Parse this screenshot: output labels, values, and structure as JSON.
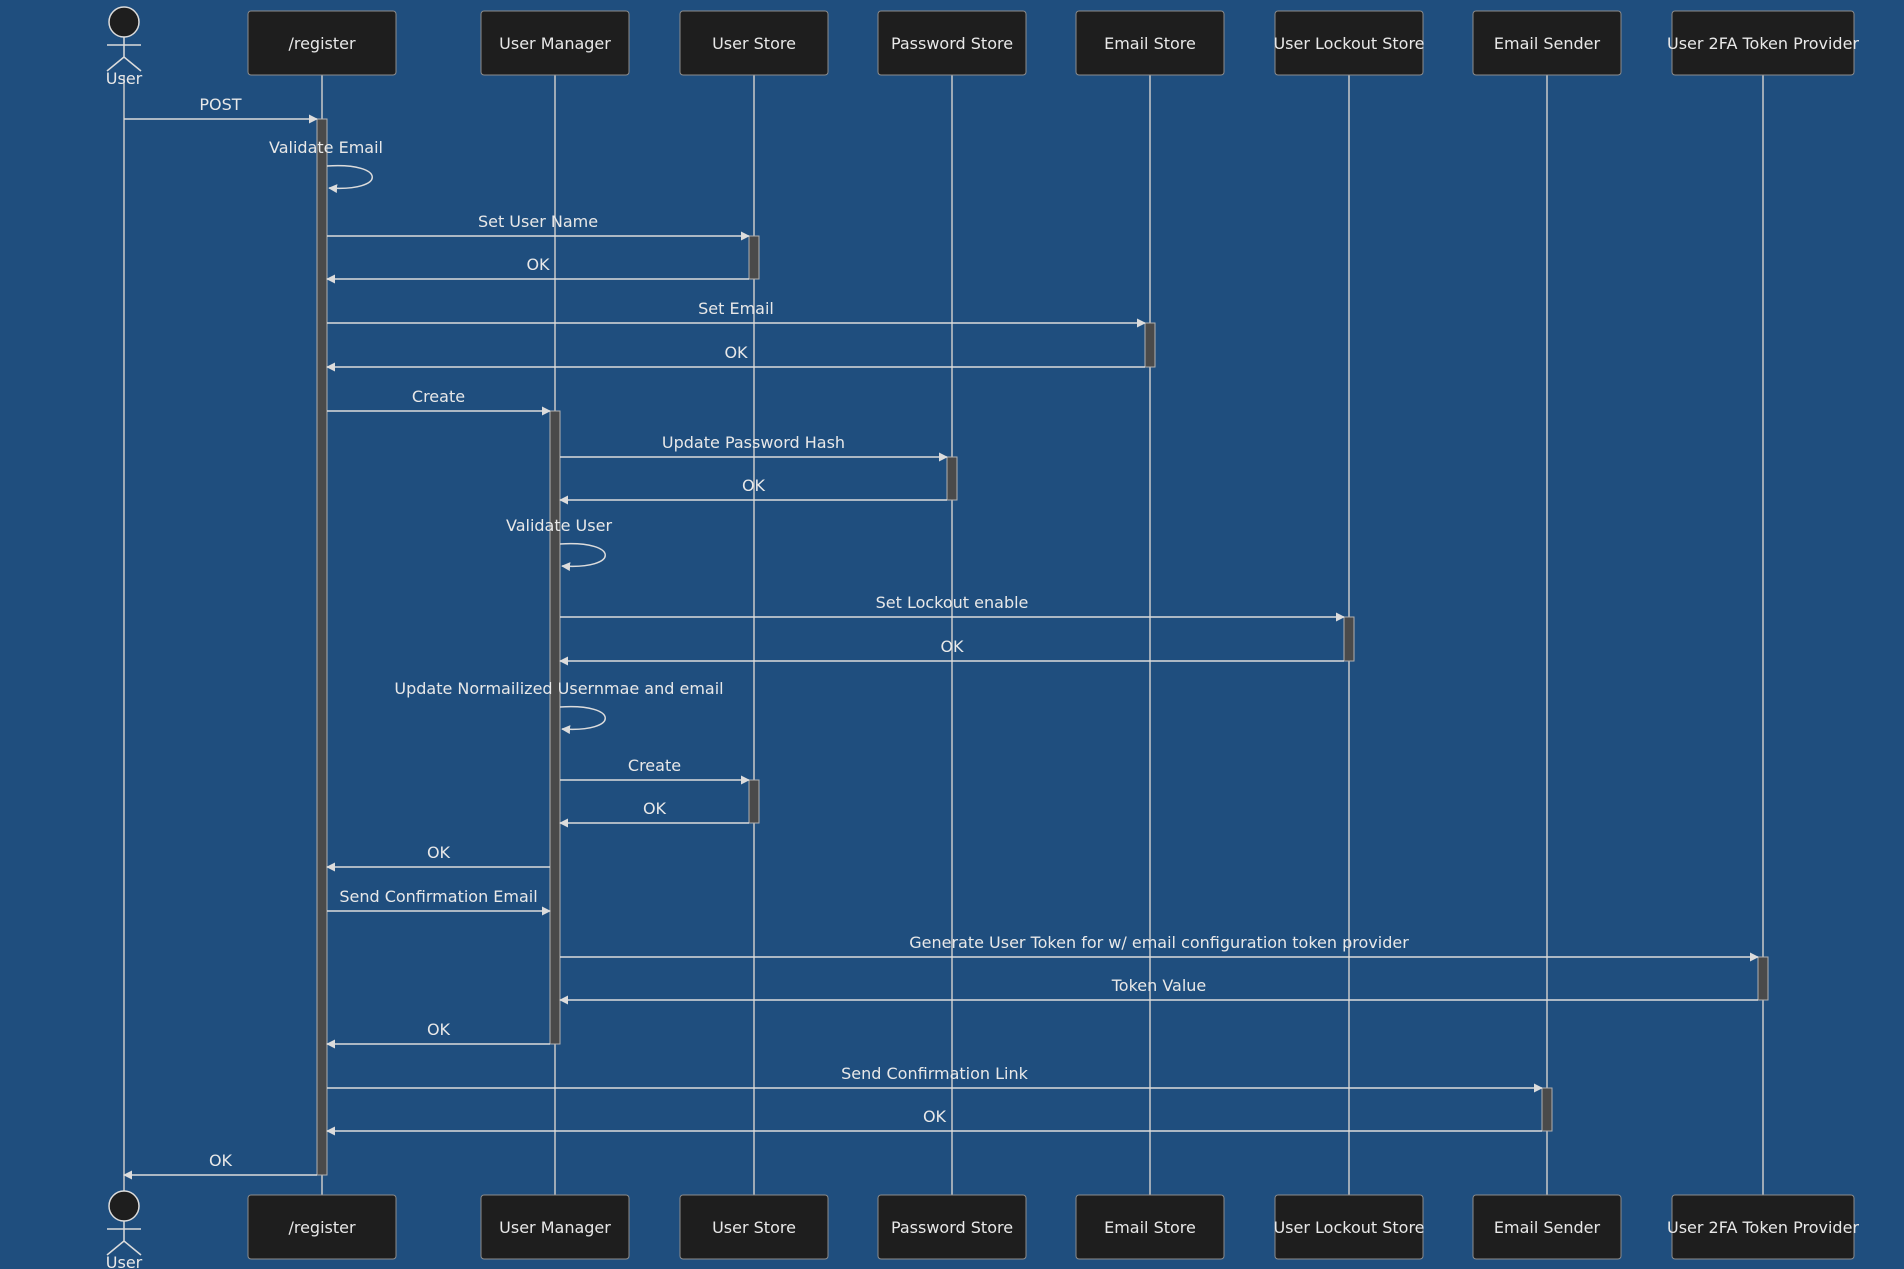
{
  "participants": [
    {
      "id": "user",
      "label": "User",
      "kind": "actor"
    },
    {
      "id": "register",
      "label": "/register",
      "kind": "box"
    },
    {
      "id": "um",
      "label": "User Manager",
      "kind": "box"
    },
    {
      "id": "us",
      "label": "User Store",
      "kind": "box"
    },
    {
      "id": "ps",
      "label": "Password Store",
      "kind": "box"
    },
    {
      "id": "es",
      "label": "Email Store",
      "kind": "box"
    },
    {
      "id": "uls",
      "label": "User Lockout Store",
      "kind": "box"
    },
    {
      "id": "esend",
      "label": "Email Sender",
      "kind": "box"
    },
    {
      "id": "tfa",
      "label": "User 2FA Token Provider",
      "kind": "box"
    }
  ],
  "messages": [
    {
      "from": "user",
      "to": "register",
      "label": "POST"
    },
    {
      "from": "register",
      "to": "register",
      "label": "Validate Email"
    },
    {
      "from": "register",
      "to": "us",
      "label": "Set User Name"
    },
    {
      "from": "us",
      "to": "register",
      "label": "OK"
    },
    {
      "from": "register",
      "to": "es",
      "label": "Set Email"
    },
    {
      "from": "es",
      "to": "register",
      "label": "OK"
    },
    {
      "from": "register",
      "to": "um",
      "label": "Create"
    },
    {
      "from": "um",
      "to": "ps",
      "label": "Update Password Hash"
    },
    {
      "from": "ps",
      "to": "um",
      "label": "OK"
    },
    {
      "from": "um",
      "to": "um",
      "label": "Validate User"
    },
    {
      "from": "um",
      "to": "uls",
      "label": "Set Lockout enable"
    },
    {
      "from": "uls",
      "to": "um",
      "label": "OK"
    },
    {
      "from": "um",
      "to": "um",
      "label": "Update Normailized Usernmae and email"
    },
    {
      "from": "um",
      "to": "us",
      "label": "Create"
    },
    {
      "from": "us",
      "to": "um",
      "label": "OK"
    },
    {
      "from": "um",
      "to": "register",
      "label": "OK"
    },
    {
      "from": "register",
      "to": "um",
      "label": "Send Confirmation Email"
    },
    {
      "from": "um",
      "to": "tfa",
      "label": "Generate User Token for w/ email configuration token provider"
    },
    {
      "from": "tfa",
      "to": "um",
      "label": "Token Value"
    },
    {
      "from": "um",
      "to": "register",
      "label": "OK"
    },
    {
      "from": "register",
      "to": "esend",
      "label": "Send Confirmation Link"
    },
    {
      "from": "esend",
      "to": "register",
      "label": "OK"
    },
    {
      "from": "register",
      "to": "user",
      "label": "OK"
    }
  ],
  "activations": [
    {
      "participant": "register",
      "from_msg": 0,
      "to_msg": 22
    },
    {
      "participant": "us",
      "from_msg": 2,
      "to_msg": 3
    },
    {
      "participant": "es",
      "from_msg": 4,
      "to_msg": 5
    },
    {
      "participant": "um",
      "from_msg": 6,
      "to_msg": 19
    },
    {
      "participant": "ps",
      "from_msg": 7,
      "to_msg": 8
    },
    {
      "participant": "uls",
      "from_msg": 10,
      "to_msg": 11
    },
    {
      "participant": "us",
      "from_msg": 13,
      "to_msg": 14
    },
    {
      "participant": "tfa",
      "from_msg": 17,
      "to_msg": 18
    },
    {
      "participant": "esend",
      "from_msg": 20,
      "to_msg": 21
    }
  ]
}
